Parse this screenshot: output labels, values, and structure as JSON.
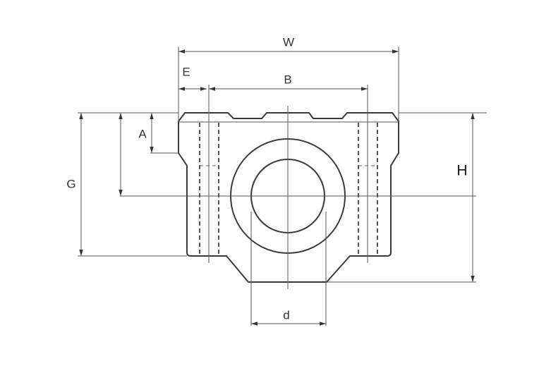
{
  "diagram": {
    "labels": {
      "W": "W",
      "E": "E",
      "B": "B",
      "A": "A",
      "G": "G",
      "H": "H",
      "d": "d"
    },
    "line_color": "#3a3a3a"
  }
}
